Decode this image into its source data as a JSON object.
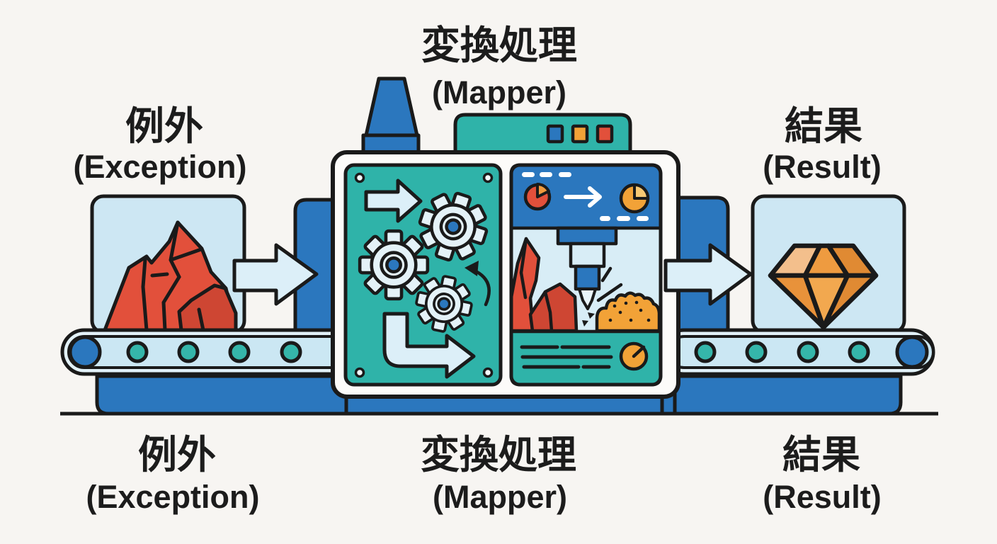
{
  "labels": {
    "top_left": {
      "jp": "例外",
      "en": "(Exception)"
    },
    "top_center": {
      "jp": "変換処理",
      "en": "(Mapper)"
    },
    "top_right": {
      "jp": "結果",
      "en": "(Result)"
    },
    "bottom_left": {
      "jp": "例外",
      "en": "(Exception)"
    },
    "bottom_center": {
      "jp": "変換処理",
      "en": "(Mapper)"
    },
    "bottom_right": {
      "jp": "結果",
      "en": "(Result)"
    }
  },
  "colors": {
    "background": "#F7F5F2",
    "outline": "#1A1A1A",
    "blue": "#2B77BE",
    "teal": "#2FB3A9",
    "teal_roller": "#35B6AA",
    "card_light_blue": "#CDE7F3",
    "panel_light_blue": "#D8EDF6",
    "belt_light_blue": "#CBE7F3",
    "belt_outer": "#E2F1F8",
    "arrow_light_blue": "#DCEFF8",
    "machine_white": "#FCFBF9",
    "red": "#E2503B",
    "red_dark": "#CE4633",
    "orange": "#F2A237",
    "orange_light": "#F7C873",
    "diamond_light": "#F3BF8C",
    "diamond_mid": "#EE9B40",
    "diamond_dark": "#E08A33"
  },
  "illustration": {
    "left_item": "raw-ore-rock",
    "machine": "mapper-machine-with-gears-and-drill",
    "right_item": "cut-diamond",
    "flow": "conveyor-belt-left-to-right"
  }
}
